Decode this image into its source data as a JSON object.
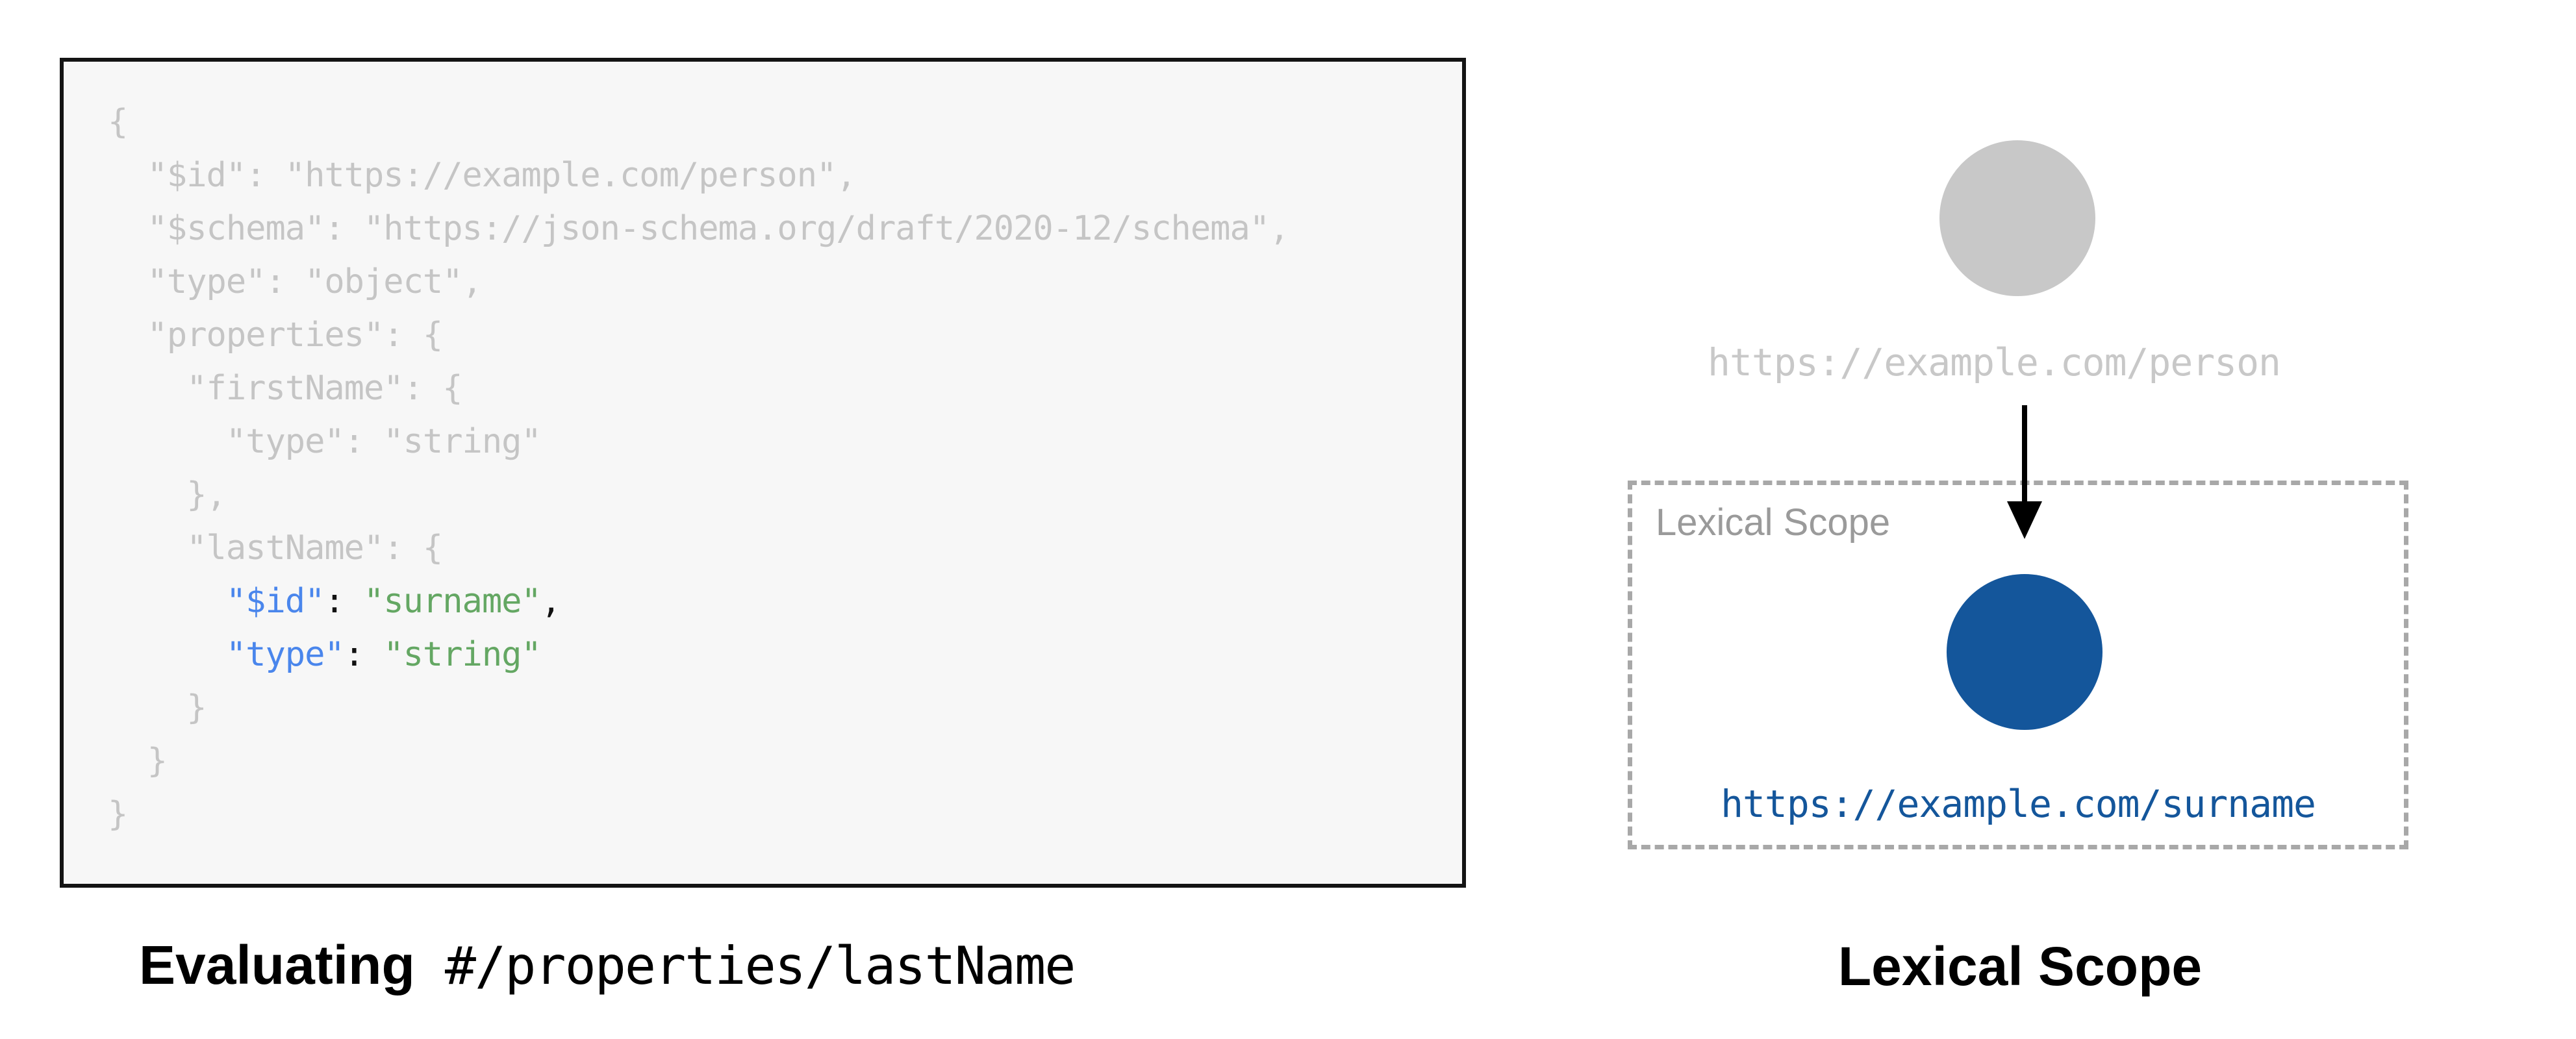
{
  "colors": {
    "panel_bg": "#f7f7f7",
    "panel_border": "#141414",
    "code_muted": "#c5c5c5",
    "code_key": "#4a86ec",
    "code_string": "#64a763",
    "code_plain": "#111111",
    "node_gray": "#c8c8c8",
    "node_blue": "#14569b",
    "label_gray": "#9a9a9a",
    "dash_gray": "#a8a8a8"
  },
  "code_panel": {
    "lines": [
      [
        {
          "t": "{",
          "c": "muted"
        }
      ],
      [
        {
          "t": "  \"$id\": \"https://example.com/person\",",
          "c": "muted"
        }
      ],
      [
        {
          "t": "  \"$schema\": \"https://json-schema.org/draft/2020-12/schema\",",
          "c": "muted"
        }
      ],
      [
        {
          "t": "  \"type\": \"object\",",
          "c": "muted"
        }
      ],
      [
        {
          "t": "  \"properties\": {",
          "c": "muted"
        }
      ],
      [
        {
          "t": "    \"firstName\": {",
          "c": "muted"
        }
      ],
      [
        {
          "t": "      \"type\": \"string\"",
          "c": "muted"
        }
      ],
      [
        {
          "t": "    },",
          "c": "muted"
        }
      ],
      [
        {
          "t": "    \"lastName\": {",
          "c": "muted"
        }
      ],
      [
        {
          "t": "      ",
          "c": "muted"
        },
        {
          "t": "\"$id\"",
          "c": "key"
        },
        {
          "t": ": ",
          "c": "plain"
        },
        {
          "t": "\"surname\"",
          "c": "string"
        },
        {
          "t": ",",
          "c": "plain"
        }
      ],
      [
        {
          "t": "      ",
          "c": "muted"
        },
        {
          "t": "\"type\"",
          "c": "key"
        },
        {
          "t": ": ",
          "c": "plain"
        },
        {
          "t": "\"string\"",
          "c": "string"
        }
      ],
      [
        {
          "t": "    }",
          "c": "muted"
        }
      ],
      [
        {
          "t": "  }",
          "c": "muted"
        }
      ],
      [
        {
          "t": "}",
          "c": "muted"
        }
      ]
    ]
  },
  "captions": {
    "left_bold": "Evaluating",
    "left_mono": " #/properties/lastName",
    "right": "Lexical Scope"
  },
  "diagram": {
    "person_node_label": "https://example.com/person",
    "scope_box_label": "Lexical Scope",
    "surname_node_label": "https://example.com/surname"
  }
}
